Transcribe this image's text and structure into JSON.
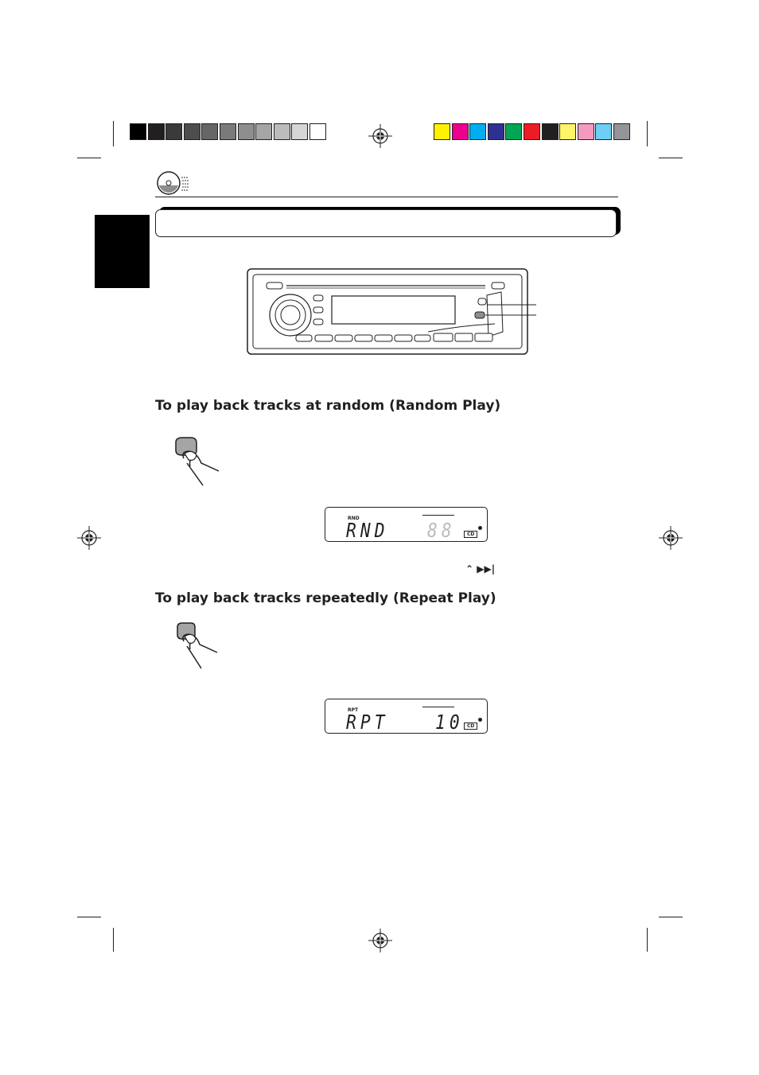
{
  "color_bars": {
    "grayscale": [
      "#000000",
      "#231f20",
      "#3a3a3a",
      "#4d4d4d",
      "#666666",
      "#7a7a7a",
      "#8e8e8e",
      "#a5a5a5",
      "#bcbcbc",
      "#d6d6d6",
      "#ffffff"
    ],
    "colors": [
      "#fff200",
      "#ec008c",
      "#00aeef",
      "#2e3192",
      "#00a651",
      "#ed1c24",
      "#231f20",
      "#fff568",
      "#f49ac1",
      "#6dcff6",
      "#939598"
    ]
  },
  "sections": {
    "random": {
      "heading": "To play back tracks at random (Random Play)",
      "lcd": {
        "indicator": "RND",
        "main": "RND",
        "digits": "88",
        "source": "CD"
      }
    },
    "repeat": {
      "heading": "To play back tracks repeatedly (Repeat Play)",
      "lcd": {
        "indicator": "RPT",
        "main": "RPT",
        "digits": "10",
        "source": "CD"
      }
    }
  },
  "track_up_symbols": "⌃ ▶▶|"
}
